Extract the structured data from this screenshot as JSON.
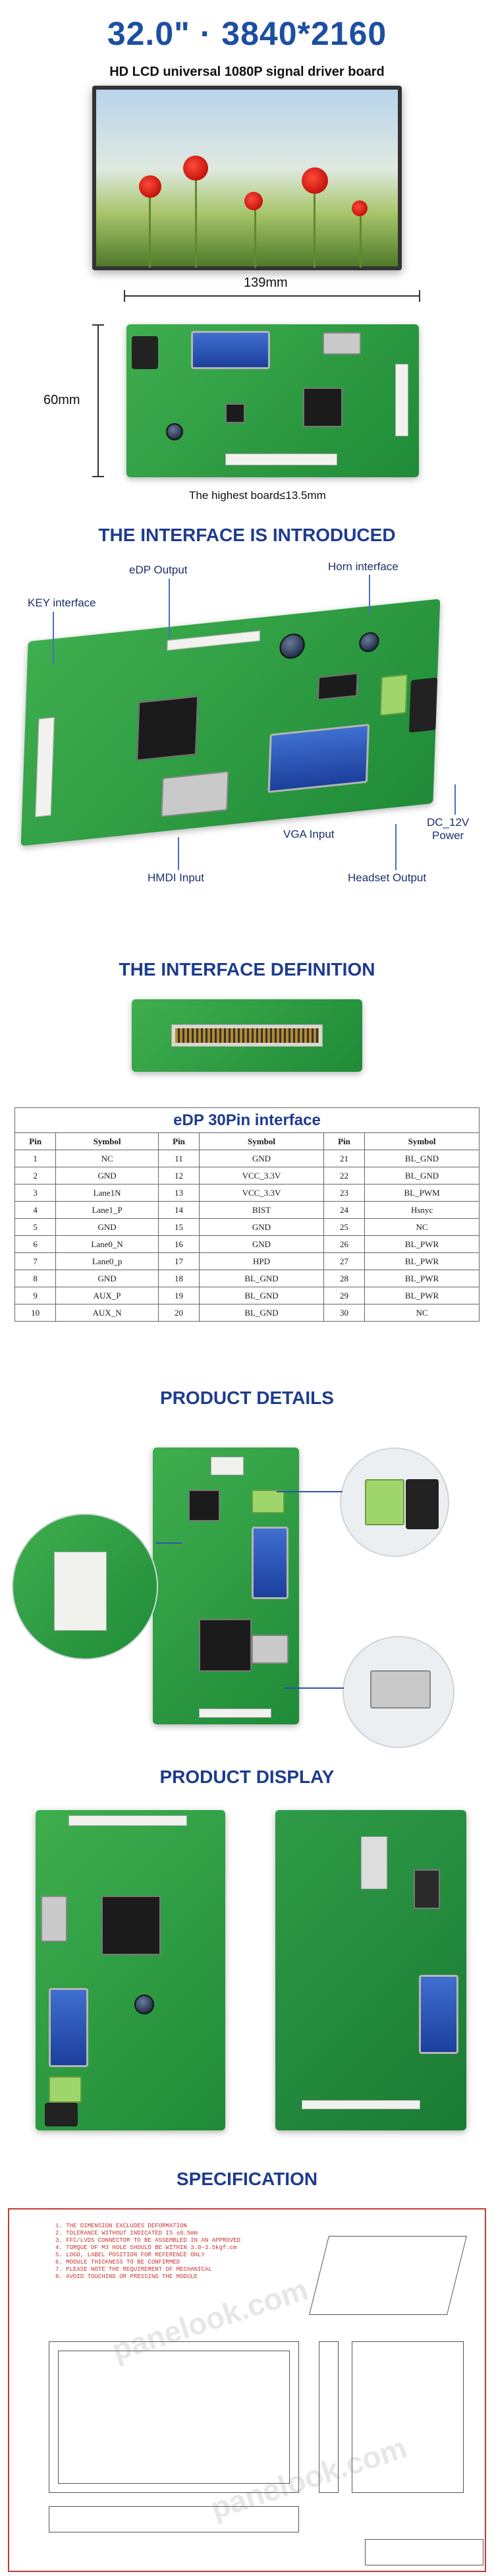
{
  "header": {
    "title": "32.0\" · 3840*2160",
    "subtitle": "HD LCD universal 1080P signal driver board"
  },
  "dimensions": {
    "width": "139mm",
    "height": "60mm",
    "note": "The highest board≤13.5mm"
  },
  "interface_section": {
    "title": "THE INTERFACE IS INTRODUCED",
    "labels": {
      "edp": "eDP Output",
      "horn": "Horn interface",
      "key": "KEY interface",
      "dc": "DC_12V\nPower",
      "vga": "VGA Input",
      "hdmi": "HMDI Input",
      "headset": "Headset Output"
    }
  },
  "definition_section": {
    "title": "THE INTERFACE DEFINITION"
  },
  "pin_table": {
    "title": "eDP 30Pin interface",
    "headers": [
      "Pin",
      "Symbol",
      "Pin",
      "Symbol",
      "Pin",
      "Symbol"
    ],
    "rows": [
      [
        "1",
        "NC",
        "11",
        "GND",
        "21",
        "BL_GND"
      ],
      [
        "2",
        "GND",
        "12",
        "VCC_3.3V",
        "22",
        "BL_GND"
      ],
      [
        "3",
        "Lane1N",
        "13",
        "VCC_3.3V",
        "23",
        "BL_PWM"
      ],
      [
        "4",
        "Lane1_P",
        "14",
        "BIST",
        "24",
        "Hsnyc"
      ],
      [
        "5",
        "GND",
        "15",
        "GND",
        "25",
        "NC"
      ],
      [
        "6",
        "Lane0_N",
        "16",
        "GND",
        "26",
        "BL_PWR"
      ],
      [
        "7",
        "Lane0_p",
        "17",
        "HPD",
        "27",
        "BL_PWR"
      ],
      [
        "8",
        "GND",
        "18",
        "BL_GND",
        "28",
        "BL_PWR"
      ],
      [
        "9",
        "AUX_P",
        "19",
        "BL_GND",
        "29",
        "BL_PWR"
      ],
      [
        "10",
        "AUX_N",
        "20",
        "BL_GND",
        "30",
        "NC"
      ]
    ]
  },
  "details_section": {
    "title": "PRODUCT DETAILS"
  },
  "display_section": {
    "title": "PRODUCT DISPLAY"
  },
  "spec_section": {
    "title": "SPECIFICATION"
  },
  "colors": {
    "title_blue": "#1c4fa1",
    "section_blue": "#1e3c8f",
    "pcb_green": "#2a9a42"
  }
}
